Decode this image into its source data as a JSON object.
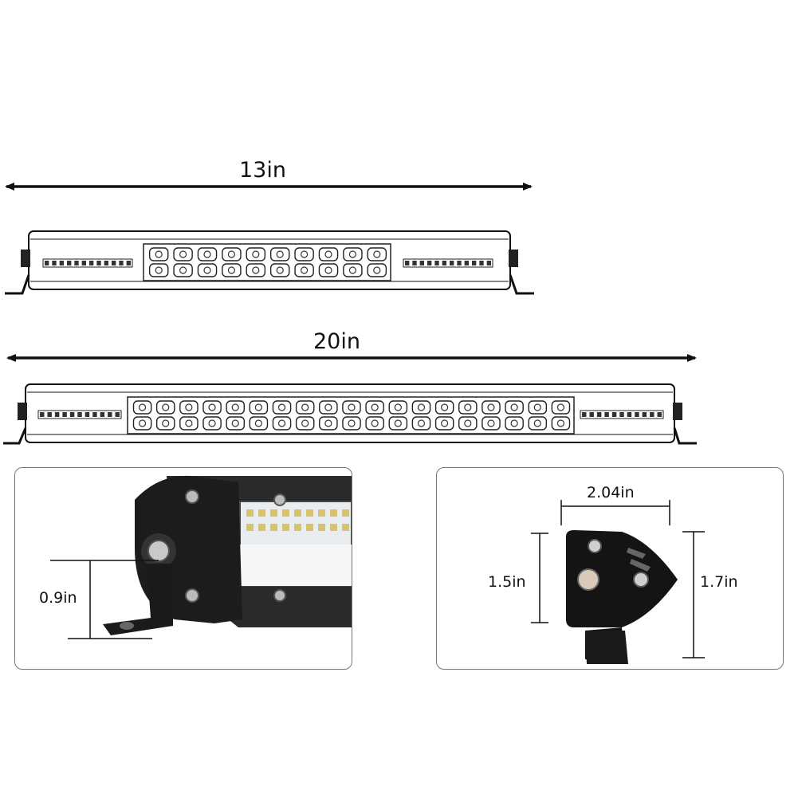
{
  "bar_13": {
    "length_label": "13in",
    "led_columns": 10
  },
  "bar_20": {
    "length_label": "20in",
    "led_columns": 19
  },
  "side_detail": {
    "height_label": "0.9in"
  },
  "end_detail": {
    "width_label": "2.04in",
    "inner_height_label": "1.5in",
    "outer_height_label": "1.7in"
  },
  "colors": {
    "line": "#111111",
    "housing": "#222222",
    "lens": "#ffffff",
    "panel_border": "#777777"
  }
}
